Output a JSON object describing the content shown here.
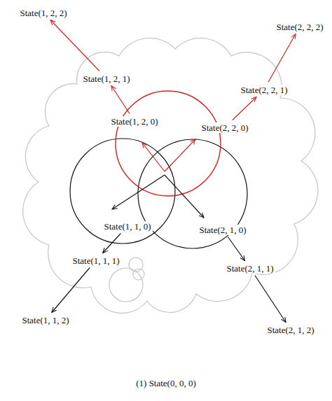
{
  "diagram": {
    "caption": "(1) State(0, 0, 0)",
    "nodes": [
      {
        "text": [
          "State(1, 2, 2)"
        ]
      },
      {
        "text": [
          "State(2, 2, 2)"
        ]
      },
      {
        "text": [
          "State(1, 2, 1)"
        ]
      },
      {
        "text": [
          "State(2, 2, 1)"
        ]
      },
      {
        "text": [
          "State(1, 2, 0)"
        ]
      },
      {
        "text": [
          "State(2, 2, 0)"
        ]
      },
      {
        "text": [
          "State(1, 1, 0)"
        ]
      },
      {
        "text": [
          "State(2, 1, 0)"
        ]
      },
      {
        "text": [
          "State(1, 1, 1)"
        ]
      },
      {
        "text": [
          "State(2, 1, 1)"
        ]
      },
      {
        "text": [
          "State(1, 1, 2)"
        ]
      },
      {
        "text": [
          "State(2, 1, 2)"
        ]
      }
    ],
    "edges": [
      {
        "from": 4,
        "to": 2,
        "arrow": "to"
      },
      {
        "from": 2,
        "to": 0,
        "arrow": "to"
      },
      {
        "from": 5,
        "to": 3,
        "arrow": "to"
      },
      {
        "from": 3,
        "to": 1,
        "arrow": "to"
      },
      {
        "from": 6,
        "to": 8,
        "arrow": "to"
      },
      {
        "from": 8,
        "to": 10,
        "arrow": "to"
      },
      {
        "from": 7,
        "to": 9,
        "arrow": "to"
      },
      {
        "from": 9,
        "to": 11,
        "arrow": "to"
      }
    ]
  }
}
